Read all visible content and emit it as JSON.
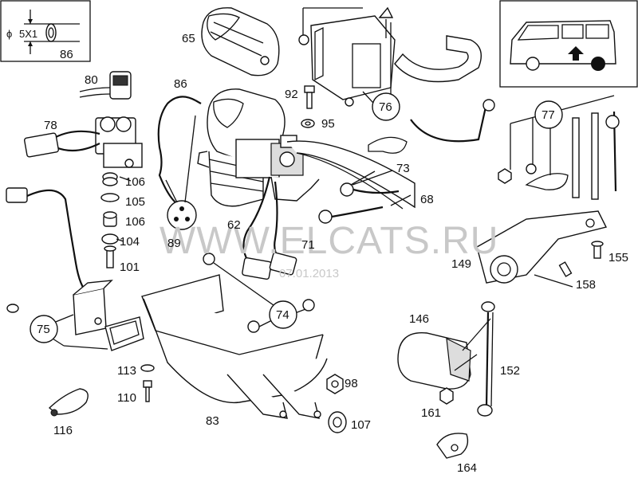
{
  "inset_spec": {
    "dimension": "5X1",
    "diameter_symbol": "ϕ",
    "part_number": "86"
  },
  "watermark": {
    "site": "WWW.ELCATS.RU",
    "date": "07.01.2013"
  },
  "vehicle_inset": {
    "icon": "van-icon",
    "arrow": "arrow-up-icon"
  },
  "callouts": [
    {
      "id": "65",
      "text": "65"
    },
    {
      "id": "92",
      "text": "92"
    },
    {
      "id": "95",
      "text": "95"
    },
    {
      "id": "86",
      "text": "86"
    },
    {
      "id": "80",
      "text": "80"
    },
    {
      "id": "78",
      "text": "78"
    },
    {
      "id": "106a",
      "text": "106"
    },
    {
      "id": "105",
      "text": "105"
    },
    {
      "id": "106b",
      "text": "106"
    },
    {
      "id": "104",
      "text": "104"
    },
    {
      "id": "101",
      "text": "101"
    },
    {
      "id": "89",
      "text": "89"
    },
    {
      "id": "62",
      "text": "62"
    },
    {
      "id": "71",
      "text": "71"
    },
    {
      "id": "73",
      "text": "73"
    },
    {
      "id": "68",
      "text": "68"
    },
    {
      "id": "149",
      "text": "149"
    },
    {
      "id": "155",
      "text": "155"
    },
    {
      "id": "158",
      "text": "158"
    },
    {
      "id": "146",
      "text": "146"
    },
    {
      "id": "152",
      "text": "152"
    },
    {
      "id": "161",
      "text": "161"
    },
    {
      "id": "164",
      "text": "164"
    },
    {
      "id": "113",
      "text": "113"
    },
    {
      "id": "110",
      "text": "110"
    },
    {
      "id": "116",
      "text": "116"
    },
    {
      "id": "83",
      "text": "83"
    },
    {
      "id": "98",
      "text": "98"
    },
    {
      "id": "107",
      "text": "107"
    }
  ],
  "circled_callouts": [
    {
      "id": "76",
      "text": "76"
    },
    {
      "id": "77",
      "text": "77"
    },
    {
      "id": "74",
      "text": "74"
    },
    {
      "id": "75",
      "text": "75"
    }
  ]
}
